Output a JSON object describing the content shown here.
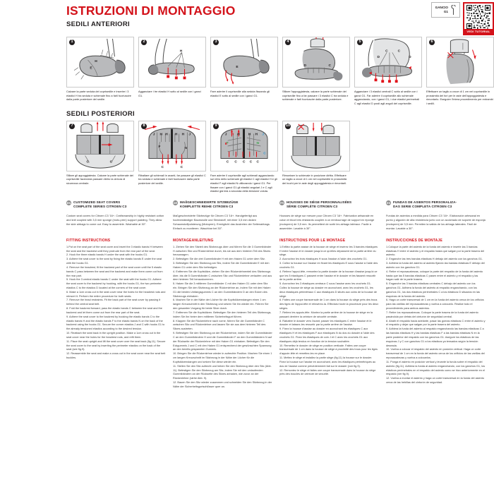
{
  "header": {
    "title": "ISTRUZIONI DI MONTAGGIO",
    "subtitle": "SEDILI ANTERIORI",
    "gancio_label_line1": "GANCIO",
    "gancio_label_line2": "G1",
    "qr_caption": "VEDI TUTORIAL"
  },
  "sections": {
    "front_title": "SEDILI ANTERIORI",
    "rear_title": "SEDILI POSTERIORI"
  },
  "front_steps": [
    {
      "num": "1",
      "caption": "Calzare la parte seduta del coprisedile e inserire i 3 elastici H tra seduta e schienale fino a farli fuoriuscire dalla parte posteriore del sedile."
    },
    {
      "num": "2",
      "caption": "Agganciare i tre elastici H sotto al sedile con i ganci G1."
    },
    {
      "num": "3",
      "caption": "Fare aderire il coprisedile alla seduta fissando gli elastici E sotto al sedile con i ganci G1."
    },
    {
      "num": "4",
      "caption": "Sfilare l'appoggiatesta, calzare la parte schienale del coprisedile fino a far passare i 3 elastici C tra seduta e schienale e farli fuoriuscire dalla parte posteriore."
    },
    {
      "num": "5",
      "caption": "Agganciare i 3 elastici centrali C sotto al sedile con i ganci G1. Far aderire il coprisedile allo schienale agganciando, con i ganci G1, i due elastici perimetrali C agli elastici D posti agli angoli del coprisedile."
    },
    {
      "num": "6",
      "caption": "Effettuare un taglio a croce di 1 cm nel coprisedile in prossimità dei fori per le aste dell'appoggiatesta e rimontarlo. Eseguire l'intera procedimento per entrambi i sedili."
    }
  ],
  "rear_steps": [
    {
      "num": "7",
      "caption": "Sfilare gli appoggiatesta. Calzare la parte schienale del coprisedile facendola passare dietro la cintura di sicurezza centrale."
    },
    {
      "num": "8",
      "caption": "Ribaltare gli schienali in avanti, far passare gli elastici C tra seduta e schienale e farli fuoriuscire dalla parte posteriore del sedile."
    },
    {
      "num": "9",
      "caption": "Fare aderire il coprisedile agli schienali agganciando sul retro dello schienale gli elastici C agli elastici H e gli elastici F agli elastici N utilizzando i ganci G1. Per fissare con i ganci G1 gli elastici angolari J e C agli elastici già tesi a seconda della tensione voluta."
    },
    {
      "num": "10",
      "caption": "Rimontare lo schienale in posizione diritta. Effettuare un taglio a croce di 1 cm nel coprisedile in prossimità dei buchi per le aste degli appoggiatesta e rimontarli."
    }
  ],
  "languages": [
    {
      "flag": "EN",
      "title": "CUSTOMIZED SEAT COVERS\nCOMPLETE SERIES CITROEN C3",
      "body": "Custom seat covers for Citroen C3 '16+. Craftsmanship in highly resistant cotton and knit coupled with 3,5 mm sponge (moto-pren) support padding. They allow the side airbags to come out. Easy to assemble. Washable at 30°."
    },
    {
      "flag": "DE",
      "title": "MAßGESCHNEIDERTE SITZBEZÜGE\nKOMPLETTE REIHE CITROEN C3",
      "body": "Maßgeschneiderte Sitzbezüge für Citroen C3 '16+. Handgefertigt aus hochbeständiger Baumwolle und Strickstoff, mit einer 3,5 mm dicken Schaumstoffpolsterung (Motopren). Ermöglicht das Austreten der Seitenairbags. Einfach zu montieren. Waschbar bei 30°."
    },
    {
      "flag": "FR",
      "title": "HOUSSES DE SIÈGE PERSONNALISÉES\nSÉRIE COMPLÈTE CITROEN C3",
      "body": "Housses de siège sur mesure pour Citroen C3 '16+. Fabrication artisanale en coton et tricot très résistants couplée à un rembourrage de support en éponge (motopren) de 3,5 mm. Ils permettent de sortir les airbags latéraux. Facile à assembler. Lavable à 30°."
    },
    {
      "flag": "ES",
      "title": "FUNDAS DE ASIENTOS PERSONALIZA-\nDAS SERIE COMPLETA CITROEN C3",
      "body": "Fundas de asientos a medida para Citroen C3 '16+. Elaboración artesanal en punto y algodón de alta resistencia junto con un acolchado de soporte de esponja (motopren) de 3,5 mm. Permiten la salida de los airbags laterales. Fácil de montar. Lavable a 30°."
    }
  ],
  "instructions": [
    {
      "title": "FITTING INSTRUCTIONS",
      "body": "1.Put on the seat part of the seat cover and insert the 3 elastic bands H between the seat and the backrest until they protrude from the rear part of the seat.\n2. Hook the three elastic bands H under the seat with the hooks G1.\n3. Adhere the seat cover to the seat by fixing the elastic bands E under the seat with the hooks G1.\n4. Remove the headrest, fit the backrest part of the seat cover until the 5 elastic bands C pass between the seat and the backrest and make them come out from the rear part.\n5. Hook the 3 central elastic bands C under the seat with the hooks G1. Adhere the seat cover to the backrest by hooking, with the hooks G1, the two perimeter elastics C to the elastics D located at the corners of the seat cover.\n6. Make a 1cm cross cut in the seat cover near the holes for the headrest rods and reinsert it. Perform the entire procedure for both seats.\n7. Remove the head restraints. Fit the back part of the seat cover by passing it behind the central seat belt.\n8. Fold the backrest forward, pass the elastic bands C between the seat and the backrest and let them come out from the rear part of the seat.\n9. Adhere the seat cover to the backrest by hooking the elastic bands C to the elastic bands H and the elastic bands F to the elastic bands N on the back of the backrest using the hooks G1. Secure the corner elastics J and C with hooks G1 to the already tensioned elastics according to the desired tension.\n10. Reattach the seat back in the upright position. Make a 1cm cross cut in the seat cover near the holes for the headrest rods, and refit them.\n11. Place the seat upright and lift the seat cover over the seat back (fig.11). Secure the seat cover to the seat by inserting the perimeter elastics on the back of the seat (see fig.9).\n12. Reassemble the seat and make a cross cut in the seat cover near the seat belt buckles."
    },
    {
      "title": "MONTAGEANLEITUNG",
      "body": "1. Ziehen Sie den Sitzteil des Sitzbezugs über und führen Sie die 3 Gummibänder H zwischen Sitz und Rückenlehne durch, bis sie aus dem hinteren Teil des Sitzes herausragen.\n2. Befestigen Sie die drei Gummibänder H mit den Haken G1 unter dem Sitz.\n3. Befestigen Sie den Sitzbezug am Sitz, indem Sie die Gummibänder E mit den Haken G1 unter dem Sitz befestigen.\n4. Entfernen Sie die Kopfstütze, ziehen Sie den Rückenlehnenteil des Sitzbezugs über, bis die 5 Gummibänder C zwischen Sitz und Rückenlehne verlaufen und aus dem hinteren Teil herauskommen.\n5. Haken Sie die 3 mittleren Gummibänder C mit den Haken G1 unter dem Sitz ein. Bringen Sie den Sitzbezug an der Rückenlehne an, indem Sie mit den Haken G1 die beiden Umfangsgummis C an den Gummibändern D an den Ecken des Sitzbezugs einhaken.\n6. Machen Sie in der Nähe der Löcher für die Kopfstützenstangen einen 1 cm langen Kreuzschnitt in den Sitzbezug und setzen Sie ihn wieder ein. Führen Sie den gesamten Vorgang für beide Sitze durch.\n7. Entfernen Sie die Kopfstützen. Befestigen Sie den hinteren Teil des Sitzbezugs, indem Sie ihn hinter dem mittleren Sicherheitsgurt führen.\n8. Klappen Sie die Rückenlehne nach vorne, führen Sie die Gummibänder C zwischen Sitz und Rückenlehne und lassen Sie sie aus dem hinteren Teil des Sitzes austreten.\n9. Befestigen Sie den Sitzbezug an der Rückenlehne, indem Sie die Gummibänder C an den Gummibändern H und die Gummibänder F an den Gummibändern N auf der Rückseite der Rückenlehne mit den Haken G1 einhaken. Befestigen Sie den Eckgummis J und C mit den Haken G1 entsprechend der gewünschten Spannung an den bereits gespannten Gummis.\n10. Bringen Sie die Rückenlehne wieder in aufrechte Position. Machen Sie einen 1 cm langen Kreuzschnitt im Sitzbezug in der Nähe der Löcher für die Kopfstützenstangen und setzen Sie diese wieder ein.\n11. Stellen Sie den Sitz aufrecht und heben Sie den Sitzbezug über den Sitz (Abb. 11). Befestigen Sie den Sitzbezug am Sitz, indem Sie mit den umlaufenden Gummibändern an der Rückseite des Sitzes anhaken, wie zuvor an der Rückenlehne (siehe Abb. 9).\n12. Bauen Sie den Sitz wieder zusammen und schneiden Sie den Sitzbezug in der Nähe der Sicherheitsgurtschlösser quer an."
    },
    {
      "title": "INSTRUCTIONS POUR LE MONTAGE",
      "body": "1.Enfilez la partie assise de la housse de siège et insérez les 3 bandes élastiques H entre l'assise et le dossier jusqu'à ce qu'elles dépassent de la partie arrière du siège.\n2. Accrochez les trois élastiques H sous l'assise à l'aide des crochets G1.\n3. Collez la housse sur l'assise en fixant les élastiques E sous l'assise à l'aide des crochets G1.\n4. Retirez l'appui-tête, remontez la partie dossier de la housse d'assise jusqu'à ce que les 5 élastiques C passent entre l'assise et le dossier et les fassent ressortir de la partie arrière.\n5. Accrochez les 3 élastiques centraux C sous l'assise avec les crochets G1. Collez la housse de siège au dossier en accrochant, avec les crochets G1, les deux élastiques périmétraux C aux élastiques D situés aux coins de la housse de siège.\n6. Faites une coupe transversale de 1 cm dans la housse du siège près des trous des tiges de l'appui-tête et réinsérez-la. Effectuez toute la procédure pour les deux sièges.\n7. Retirez les appuis-tête. Montez la partie arrière de la housse de siège en la passant derrière la ceinture de sécurité centrale.\n8. Rabattre le dossier vers l'avant, passer les élastiques C entre l'assise et le dossier et laissez-les ressortir par la partie arrière de l'assise.\n9. Fixez la housse d'assise au dossier en accrochant les élastiques C aux élastiques H et les élastiques F aux élastiques N du dos du dossier à l'aide des crochets G1. Fixez les élastiques de coin J et C avec les crochets G1 aux élastiques déjà tendus en fonction de la tension souhaitée.\n10. Remettez le dossier de siège en position verticale. Faites une coupe transversale de 1 cm dans la housse de siège à proximité des trous pour les tiges d'appuie-tête et remettez-les en place.\n11. Mettez le siège et installez la partie siège (fig.11) la housse sur le dossier. Fixez la housse sur l'assise en accrochant, avec les élastiques périmétriques au dos de l'assise comme précédemment fait sur le dossier (voir fig.9).\n12. Remontez le siège et faites une coupe transversale dans la housse du siège près des boucles de ceinture de sécurité."
    },
    {
      "title": "INSTRUCCIONES DE MONTAJE",
      "body": "1.Coloque la parte del asiento de la funda del asiento e inserte las 3 bandas elásticas H entre el asiento y el respaldo hasta que salgan por la parte trasera del asiento.\n2. Enganche las tres bandas elásticas H debajo del asiento con los ganchos G1.\n3. Adhiera la funda del asiento al asiento fijando las bandas elásticas E debajo del asiento con los ganchos G1.\n4. Retire el reposacabezas, coloque la parte del respaldo de la funda del asiento hasta que las 5 bandas elásticas C pasen entre el asiento y el respaldo y las hagan salir de la parte trasera.\n5. Enganche las 3 bandas elásticas centrales C debajo del asiento con los ganchos G1. Adhiera la funda del asiento al respaldo enganchando, con los ganchos G1, los dos elásticos perimetrales C a los elásticos D situados en las esquinas de la funda del asiento.\n6. Haga un corte transversal de 1 cm en la funda del asiento cerca de los orificios para las varillas del reposacabezas y vuelva a colocarlo. Realice todo el procedimiento para ambos asientos.\n7. Retire los reposacabezas. Coloque la parte trasera de la funda del asiento pasándola por detrás del cinturón de seguridad central.\n8. Abatir el respaldo hacia adelante, pasar las gomas elásticas C entre el asiento y el respaldo y dejar que salgan por la parte trasera del asiento.\n9. Adhiera la funda del asiento al respaldo enganchando las bandas elásticas C a las bandas elásticas H y las bandas elásticas F a las bandas elásticas N en la parte posterior del respaldo con los ganchos G1. Asegure los elásticos de las esquinas J y C con ganchos G1 a los elásticos ya tensados según la tensión deseada.\n10. Vuelva a colocar el respaldo del asiento en posición vertical. Haga un corte transversal de 1 cm en la funda del asiento cerca de los orificios de las varillas del reposacabezas y vuelva a colocarlos.\n11. Ponga el asiento en posición vertical y levante la funda sobre el respaldo del asiento (fig.11). Adhiera la funda al asiento enganchando, con los ganchos G1, los elásticos perimetrales en el respaldo del asiento como se hizo anteriormente en el respaldo (ver fig.9).\n12. Vuelva a montar el asiento y haga un corte transversal en la funda del asiento cerca de las hebillas del cinturón de seguridad."
    }
  ]
}
